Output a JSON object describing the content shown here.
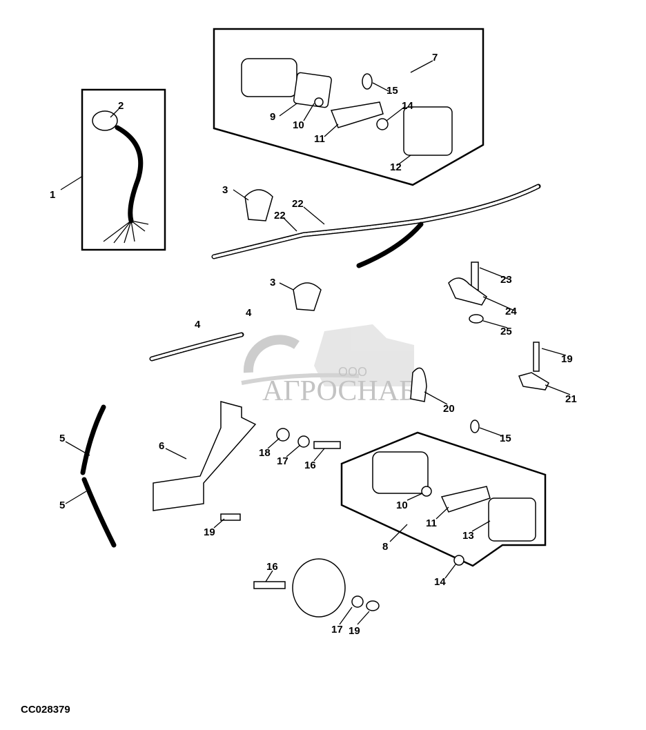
{
  "diagram": {
    "drawing_code": "CC028379",
    "watermark": {
      "line1": "ООО",
      "line2": "АГРОСНАБ"
    },
    "callouts": [
      "1",
      "2",
      "3",
      "22",
      "22",
      "7",
      "15",
      "14",
      "9",
      "10",
      "11",
      "12",
      "3",
      "4",
      "4",
      "23",
      "24",
      "25",
      "19",
      "21",
      "20",
      "5",
      "5",
      "6",
      "18",
      "17",
      "16",
      "15",
      "10",
      "11",
      "13",
      "8",
      "19",
      "14",
      "16",
      "17",
      "19"
    ]
  }
}
